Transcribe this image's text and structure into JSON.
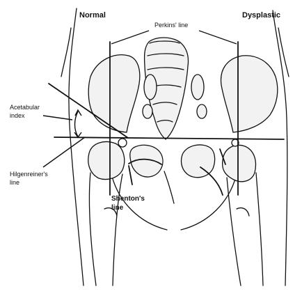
{
  "labels": {
    "normal": "Normal",
    "dysplastic": "Dysplastic",
    "perkins_line": "Perkins' line",
    "acetabular_index_1": "Acetabular",
    "acetabular_index_2": "index",
    "hilgenreiner_1": "Hilgenreiner's",
    "hilgenreiner_2": "line",
    "shenton_1": "Shenton's",
    "shenton_2": "line"
  },
  "colors": {
    "ink": "#111111",
    "bone_fill": "#f2f2f2",
    "background": "#ffffff"
  }
}
